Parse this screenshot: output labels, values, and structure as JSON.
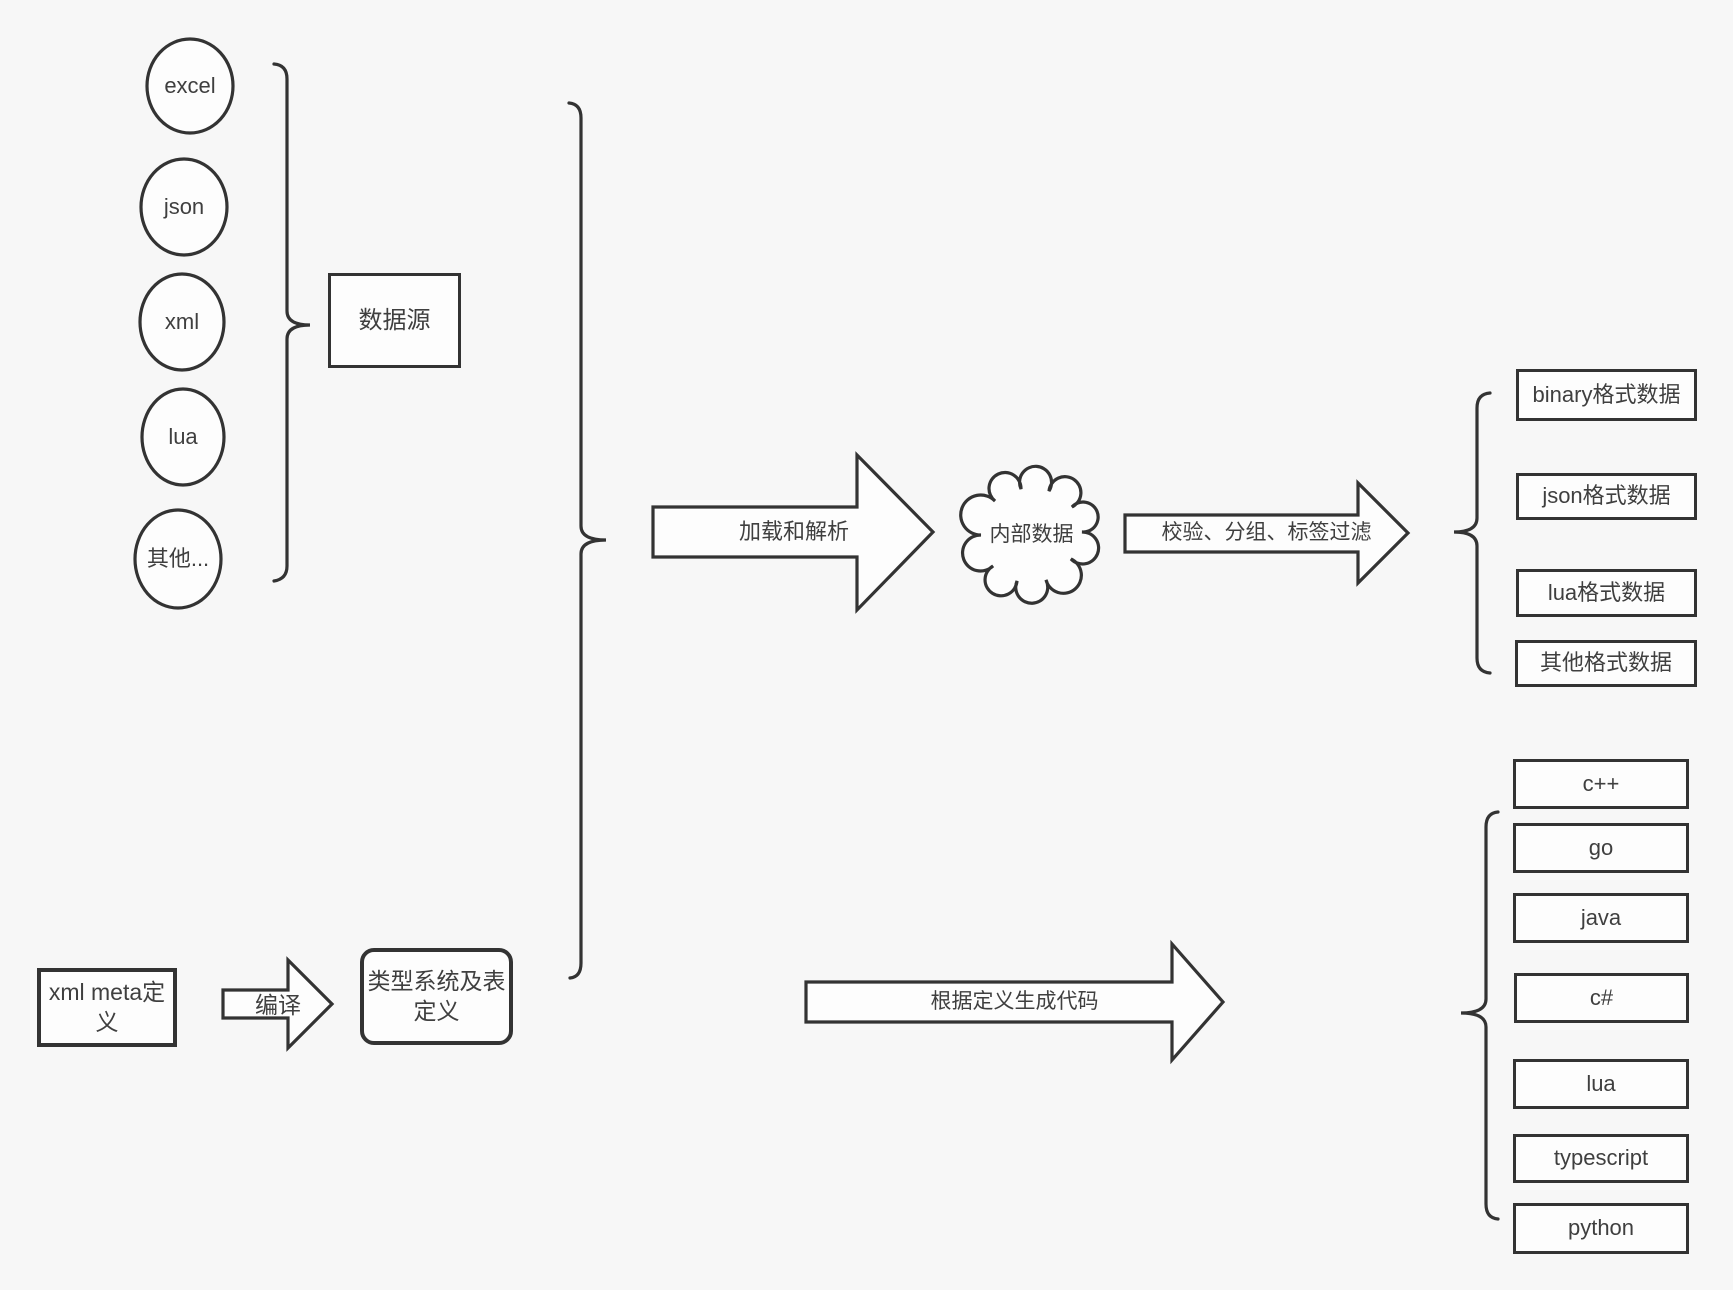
{
  "diagram": {
    "sources": {
      "group_label": "数据源",
      "items": [
        {
          "label": "excel"
        },
        {
          "label": "json"
        },
        {
          "label": "xml"
        },
        {
          "label": "lua"
        },
        {
          "label": "其他..."
        }
      ]
    },
    "meta_flow": {
      "xml_meta_label": "xml meta定义",
      "compile_arrow_label": "编译",
      "type_system_label": "类型系统及表定义"
    },
    "pipeline": {
      "load_arrow_label": "加载和解析",
      "internal_data_label": "内部数据",
      "filter_arrow_label": "校验、分组、标签过滤",
      "generate_arrow_label": "根据定义生成代码"
    },
    "outputs": {
      "formats": [
        {
          "label": "binary格式数据"
        },
        {
          "label": "json格式数据"
        },
        {
          "label": "lua格式数据"
        },
        {
          "label": "其他格式数据"
        }
      ],
      "languages": [
        {
          "label": "c++"
        },
        {
          "label": "go"
        },
        {
          "label": "java"
        },
        {
          "label": "c#"
        },
        {
          "label": "lua"
        },
        {
          "label": "typescript"
        },
        {
          "label": "python"
        }
      ]
    },
    "colors": {
      "background": "#f7f7f7",
      "stroke": "#333333",
      "shape_fill": "#fdfdfd",
      "text": "#3f3f3f"
    }
  }
}
